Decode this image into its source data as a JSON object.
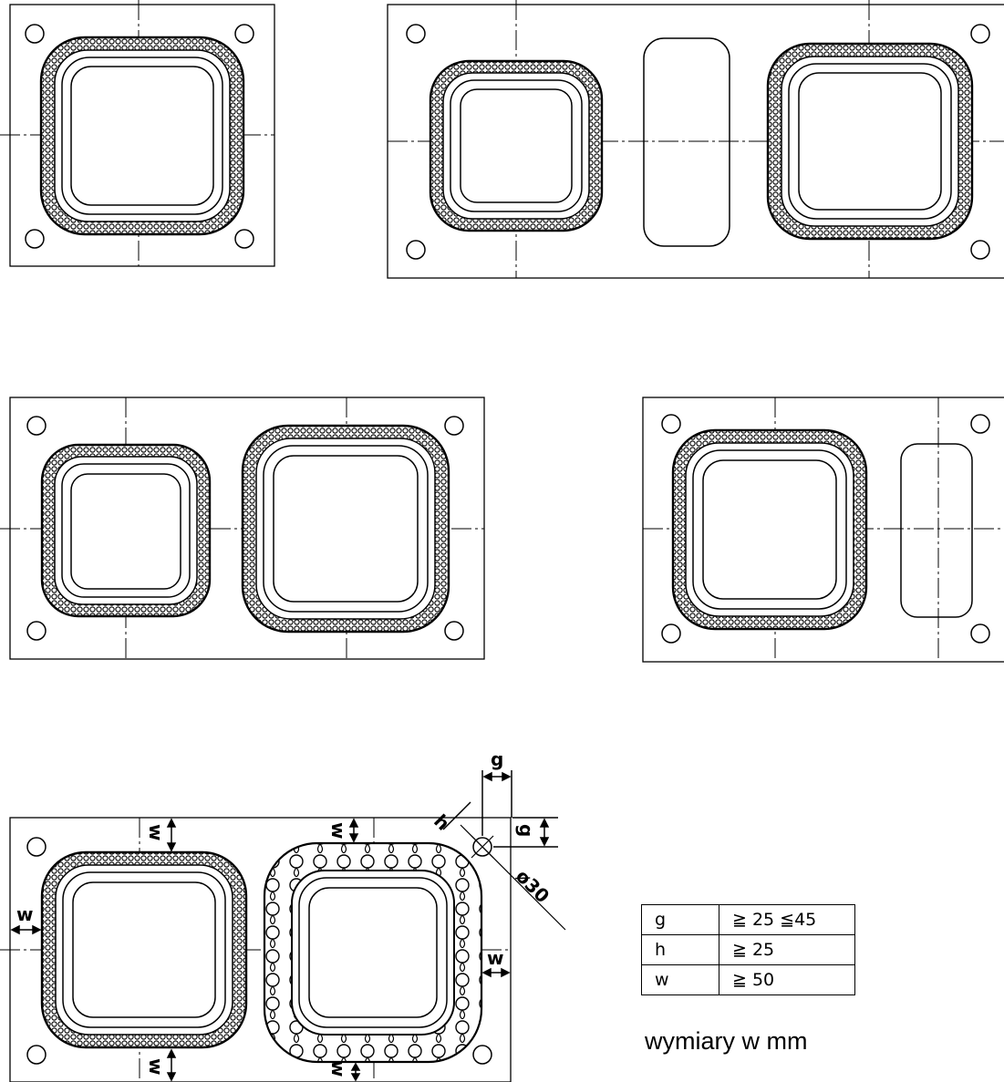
{
  "table": {
    "rows": [
      {
        "symbol": "g",
        "value": "≧ 25 ≦45"
      },
      {
        "symbol": "h",
        "value": "≧ 25"
      },
      {
        "symbol": "w",
        "value": "≧ 50"
      }
    ]
  },
  "units_note": "wymiary w mm",
  "labels": {
    "g": "g",
    "h": "h",
    "w": "w",
    "diameter": "ø30"
  }
}
